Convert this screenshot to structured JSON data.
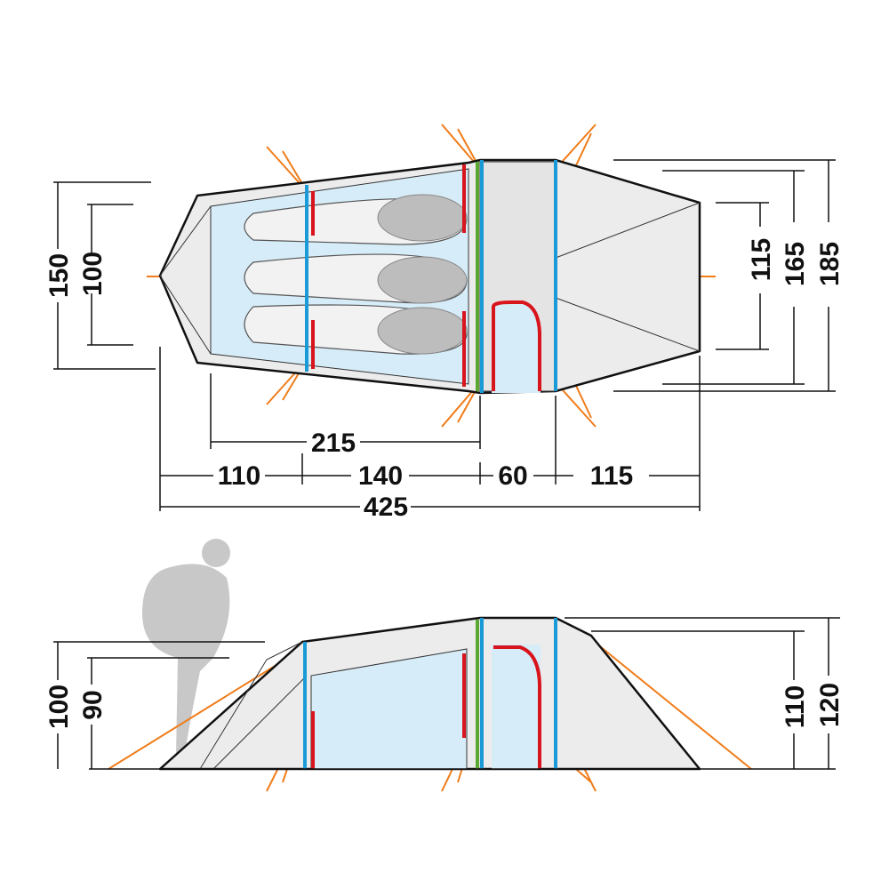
{
  "top_view": {
    "depth_labels": {
      "inner_length": "215",
      "front_vestibule": "110",
      "inner_section": "140",
      "middle_section": "60",
      "rear_vestibule": "115",
      "total_length": "425"
    },
    "width_labels": {
      "front_outer": "150",
      "front_inner": "100",
      "rear_inner": "115",
      "rear_mid": "165",
      "rear_outer": "185"
    }
  },
  "side_view": {
    "height_labels": {
      "front_outer": "100",
      "front_inner": "90",
      "rear_inner": "110",
      "rear_outer": "120"
    }
  },
  "colors": {
    "guy_lines": "#f07c1a",
    "pole_blue": "#1a9ad6",
    "door_red": "#d8141c",
    "pole_green": "#5aa832",
    "inner_tent": "#d6ecf8",
    "fly": "#ececec"
  }
}
